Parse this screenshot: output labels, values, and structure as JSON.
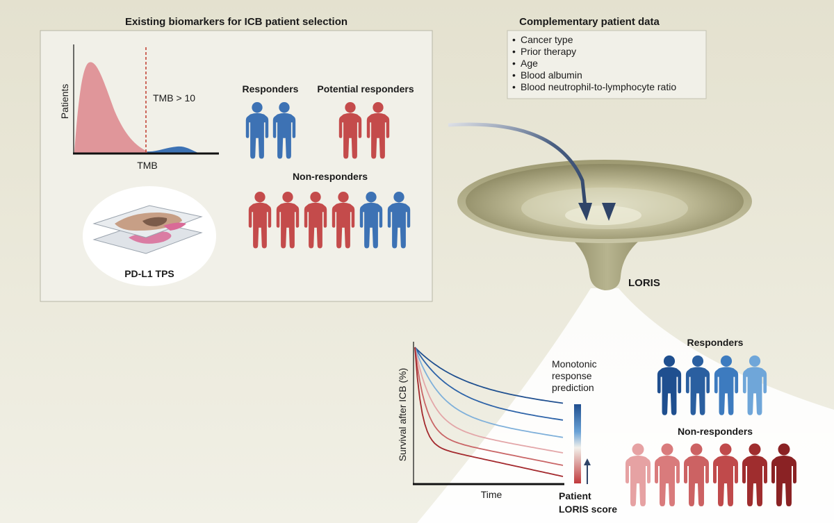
{
  "left_panel": {
    "title": "Existing biomarkers for ICB patient selection",
    "histogram": {
      "ylabel": "Patients",
      "xlabel": "TMB",
      "threshold_label": "TMB > 10",
      "colors": {
        "below": "#e0969a",
        "above": "#3d72b4",
        "threshold": "#c0392b"
      }
    },
    "pdl1_label": "PD-L1 TPS",
    "responders_label": "Responders",
    "potential_label": "Potential responders",
    "nonresponders_label": "Non-responders"
  },
  "right_panel": {
    "title": "Complementary patient data",
    "items": [
      "Cancer type",
      "Prior therapy",
      "Age",
      "Blood albumin",
      "Blood neutrophil-to-lymphocyte ratio"
    ]
  },
  "funnel_label": "LORIS",
  "survival_plot": {
    "ylabel": "Survival after ICB (%)",
    "xlabel": "Time",
    "legend_title": "Monotonic response prediction",
    "scale_label_line1": "Patient",
    "scale_label_line2": "LORIS score",
    "series_colors": [
      "#1f4f8f",
      "#2d63a8",
      "#7fb0da",
      "#e3a6a8",
      "#c96566",
      "#a3282c"
    ]
  },
  "outcome": {
    "responders_label": "Responders",
    "nonresponders_label": "Non-responders"
  },
  "colors": {
    "blue": "#3d72b4",
    "red": "#c44b4b",
    "panel_bg": "#f1f0e8",
    "funnel": "#a8a47e"
  }
}
